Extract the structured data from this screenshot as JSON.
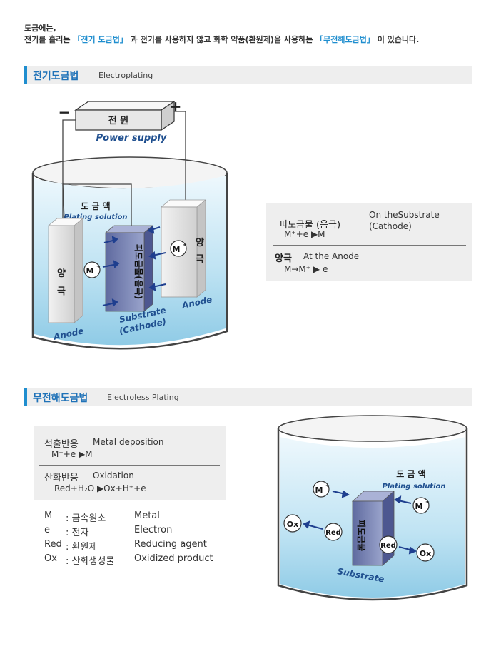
{
  "intro": {
    "line1": "도금에는,",
    "line2_pre": "전기를 흘리는 ",
    "line2_hl1": "「전기 도금법」",
    "line2_mid": " 과 전기를 사용하지 않고 화학 약품(환원제)을 사용하는 ",
    "line2_hl2": "「무전해도금법」",
    "line2_post": " 이 있습니다."
  },
  "section1": {
    "title_ko": "전기도금법",
    "title_en": "Electroplating"
  },
  "section2": {
    "title_ko": "무전해도금법",
    "title_en": "Electroless  Plating"
  },
  "diagram1": {
    "power_ko": "전 원",
    "power_en": "Power supply",
    "minus": "−",
    "plus": "+",
    "solution_ko": "도 금 액",
    "solution_en": "Plating solution",
    "anode_ko": "양",
    "anode_ko2": "극",
    "cathode_ko": "피도금물(음극)",
    "ion": "M",
    "ion_sup": "+",
    "anode_en": "Anode",
    "substrate_en": "Substrate",
    "cathode_en": "(Cathode)"
  },
  "box1": {
    "label1": "피도금물 (음극)",
    "desc1": "On theSubstrate",
    "desc1b": "(Cathode)",
    "eq1": "M⁺+e ▶M",
    "label2": "양극",
    "desc2": "At the Anode",
    "eq2": "M→M⁺ ▶ e"
  },
  "box2": {
    "label1": "석출반응",
    "desc1": "Metal deposition",
    "eq1": "M⁺+e ▶M",
    "label2": "산화반응",
    "desc2": "Oxidation",
    "eq2": "Red+H₂O ▶Ox+H⁺+e"
  },
  "legend": [
    {
      "sym": "M",
      "ko": ": 금속원소",
      "en": "Metal"
    },
    {
      "sym": "e",
      "ko": ": 전자",
      "en": "Electron"
    },
    {
      "sym": "Red",
      "ko": ": 환원제",
      "en": "Reducing agent"
    },
    {
      "sym": "Ox",
      "ko": ": 산화생성물",
      "en": "Oxidized product"
    }
  ],
  "diagram2": {
    "solution_ko": "도 금 액",
    "solution_en": "Plating solution",
    "substrate_ko": "피도금물",
    "substrate_en": "Substrate",
    "ion": "M",
    "ion_sup": "+",
    "ox": "Ox",
    "red": "Red"
  },
  "colors": {
    "accent_blue": "#1f8ecf",
    "title_blue": "#1f72b8",
    "water_light": "#d7eef8",
    "water_deep": "#8fcbe6",
    "electrode_gray": "#e0e0e0",
    "cathode_blue": "#7f89b8"
  }
}
